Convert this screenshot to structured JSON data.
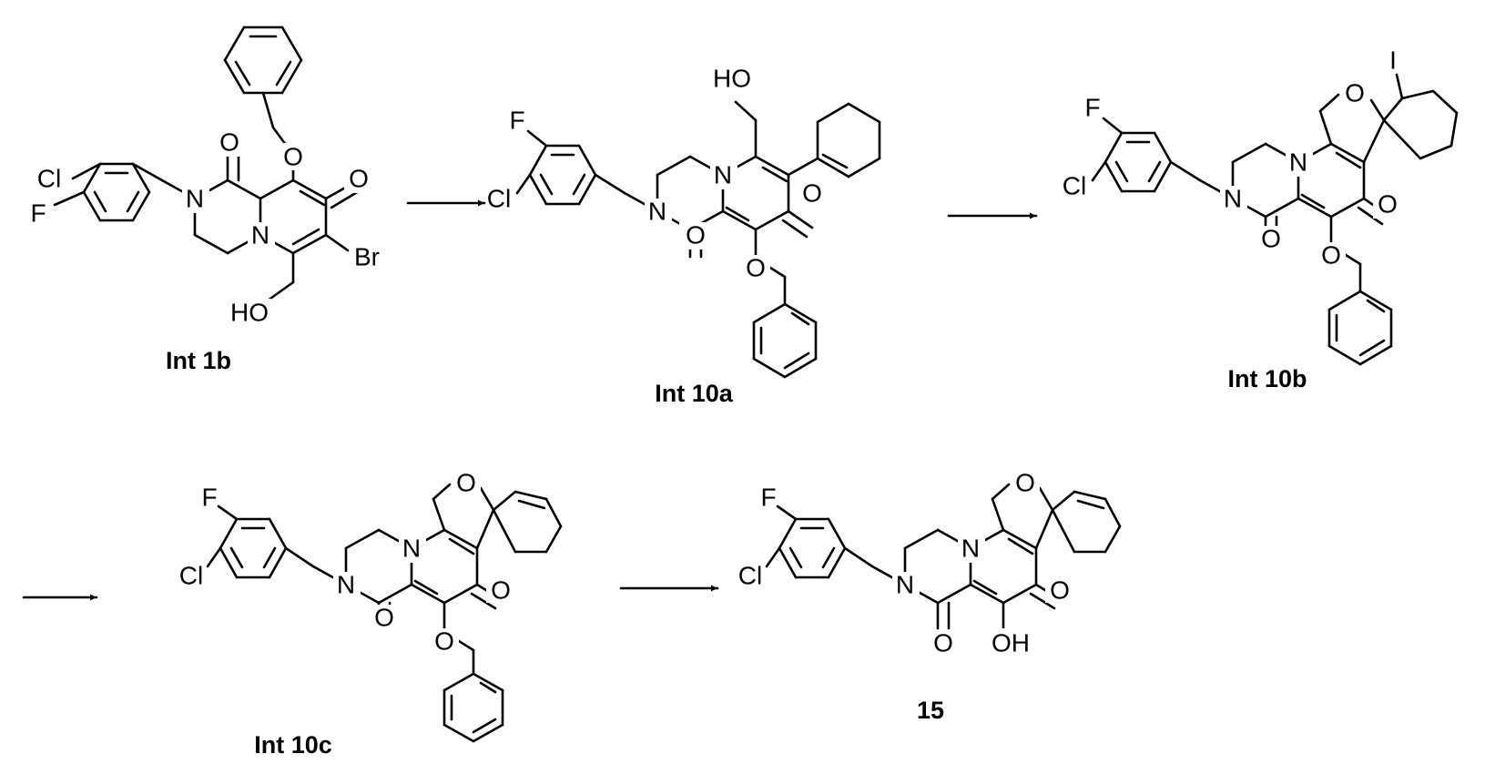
{
  "compounds": [
    {
      "id": "int1b",
      "caption": "Int 1b",
      "labels": {
        "cl": "Cl",
        "f": "F",
        "n_amide": "N",
        "n_ring": "N",
        "o_amide": "O",
        "o_ketone": "O",
        "o_ether": "O",
        "br": "Br",
        "ho": "HO"
      }
    },
    {
      "id": "int10a",
      "caption": "Int 10a",
      "labels": {
        "f": "F",
        "cl": "Cl",
        "n_amide": "N",
        "n_ring": "N",
        "o_amide": "O",
        "o_ketone": "O",
        "o_ether": "O",
        "ho": "HO"
      }
    },
    {
      "id": "int10b",
      "caption": "Int 10b",
      "labels": {
        "f": "F",
        "cl": "Cl",
        "n_amide": "N",
        "n_ring": "N",
        "o_amide": "O",
        "o_ketone": "O",
        "o_ether": "O",
        "o_furan": "O",
        "i": "I"
      }
    },
    {
      "id": "int10c",
      "caption": "Int 10c",
      "labels": {
        "f": "F",
        "cl": "Cl",
        "n_amide": "N",
        "n_ring": "N",
        "o_amide": "O",
        "o_ketone": "O",
        "o_ether": "O",
        "o_furan": "O"
      }
    },
    {
      "id": "cmpd15",
      "caption": "15",
      "labels": {
        "f": "F",
        "cl": "Cl",
        "n_amide": "N",
        "n_ring": "N",
        "o_amide": "O",
        "o_ketone": "O",
        "o_furan": "O",
        "oh": "OH"
      }
    }
  ],
  "arrows": [
    "step-1",
    "step-2",
    "step-3",
    "step-4"
  ]
}
